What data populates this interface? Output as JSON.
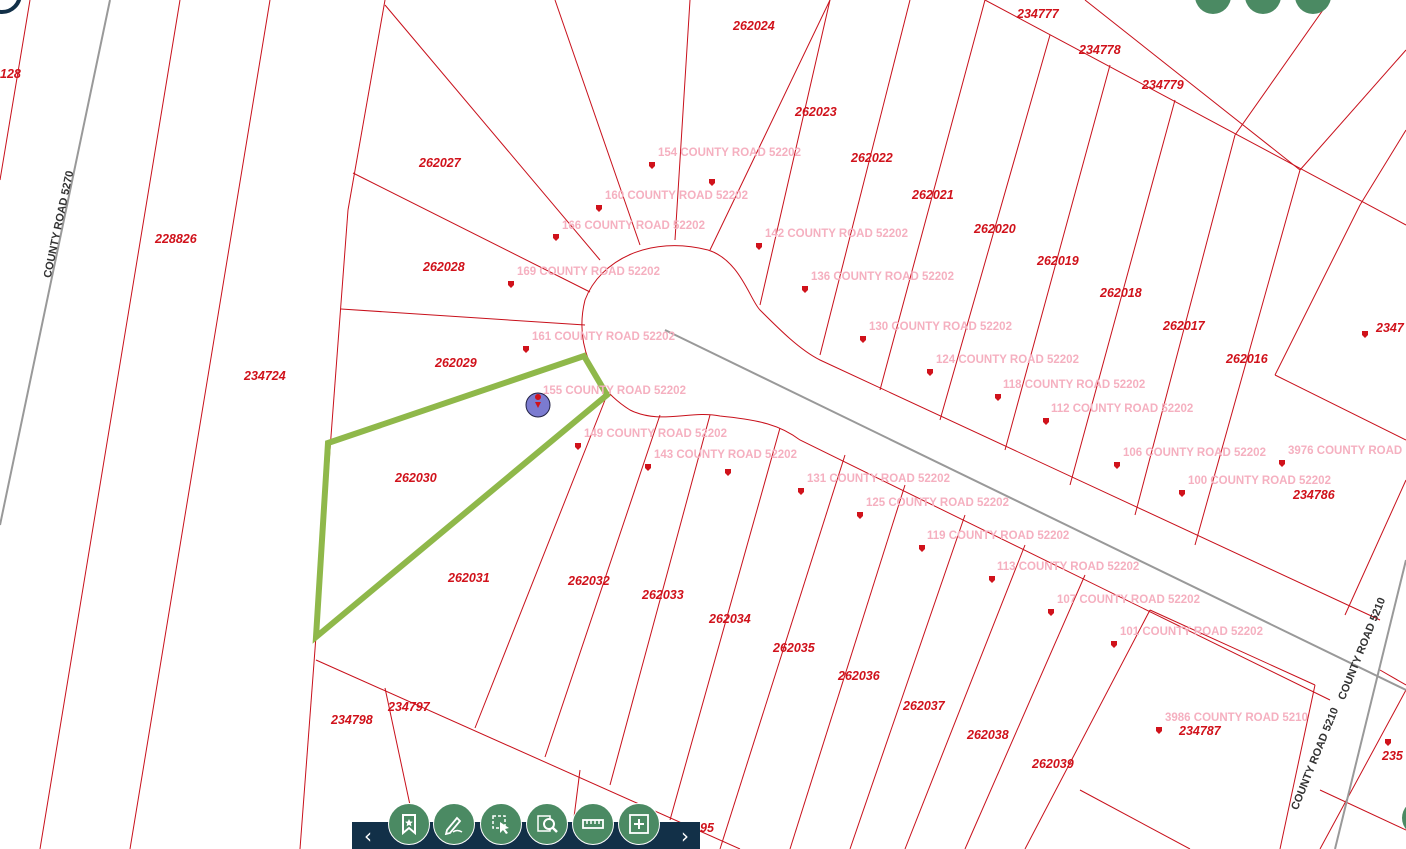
{
  "map": {
    "colors": {
      "parcel_line": "#c8101b",
      "parcel_label": "#d0121b",
      "address_label": "#f5b0c0",
      "road_line": "#999999",
      "selection": "#8fb84a",
      "marker_fill": "#7b7bd0",
      "toolbar": "#123048",
      "tool_button": "#4b8a63"
    },
    "parcels": [
      "228826",
      "234724",
      "262024",
      "262023",
      "262022",
      "262021",
      "262020",
      "262019",
      "262018",
      "262017",
      "262016",
      "262027",
      "262028",
      "262029",
      "262030",
      "262031",
      "262032",
      "262033",
      "262034",
      "262035",
      "262036",
      "262037",
      "262038",
      "262039",
      "234798",
      "234797",
      "234777",
      "234778",
      "234779",
      "234786",
      "234787",
      "2347",
      "235",
      "128",
      "95"
    ],
    "addresses": [
      "154 COUNTY ROAD 52202",
      "160 COUNTY ROAD 52202",
      "166 COUNTY ROAD 52202",
      "169 COUNTY ROAD 52202",
      "161 COUNTY ROAD 52202",
      "155 COUNTY ROAD 52202",
      "149 COUNTY ROAD 52202",
      "143 COUNTY ROAD 52202",
      "142 COUNTY ROAD 52202",
      "136 COUNTY ROAD 52202",
      "130 COUNTY ROAD 52202",
      "124 COUNTY ROAD 52202",
      "118 COUNTY ROAD 52202",
      "112 COUNTY ROAD 52202",
      "106 COUNTY ROAD 52202",
      "100 COUNTY ROAD 52202",
      "131 COUNTY ROAD 52202",
      "125 COUNTY ROAD 52202",
      "119 COUNTY ROAD 52202",
      "113 COUNTY ROAD 52202",
      "107 COUNTY ROAD 52202",
      "101 COUNTY ROAD 52202",
      "3976 COUNTY ROAD",
      "3986 COUNTY ROAD 5210"
    ],
    "roads": [
      "COUNTY ROAD 5270",
      "COUNTY ROAD 5210",
      "COUNTY ROAD 5210"
    ]
  },
  "toolbar": {
    "prev_icon": "chevron-left-icon",
    "next_icon": "chevron-right-icon",
    "tools": [
      {
        "name": "bookmark-icon"
      },
      {
        "name": "draw-icon"
      },
      {
        "name": "select-icon"
      },
      {
        "name": "search-icon"
      },
      {
        "name": "measure-icon"
      },
      {
        "name": "add-layer-icon"
      }
    ]
  }
}
